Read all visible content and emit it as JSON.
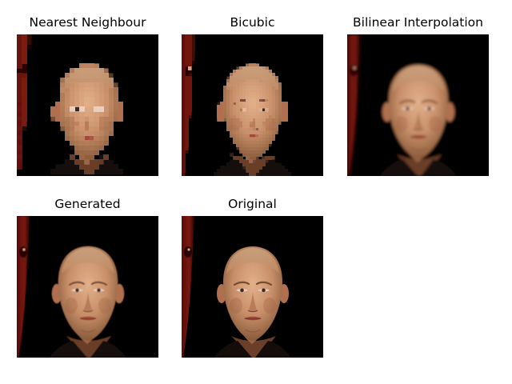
{
  "figure": {
    "panels": [
      {
        "id": "nearest-neighbour",
        "title": "Nearest Neighbour",
        "image": "face-image",
        "style": "pixelated-blocky"
      },
      {
        "id": "bicubic",
        "title": "Bicubic",
        "image": "face-image",
        "style": "slightly-pixelated"
      },
      {
        "id": "bilinear-interpolation",
        "title": "Bilinear Interpolation",
        "image": "face-image",
        "style": "blurred"
      },
      {
        "id": "generated",
        "title": "Generated",
        "image": "face-image",
        "style": "smooth-detailed"
      },
      {
        "id": "original",
        "title": "Original",
        "image": "face-image",
        "style": "original"
      }
    ],
    "colors": {
      "background": "#000000",
      "skin": "#c8906a",
      "skin_highlight": "#e2b08a",
      "skin_shadow": "#8a5a3a",
      "left_edge_red": "#6a1008",
      "lips": "#a04838",
      "shirt": "#140c08"
    }
  }
}
